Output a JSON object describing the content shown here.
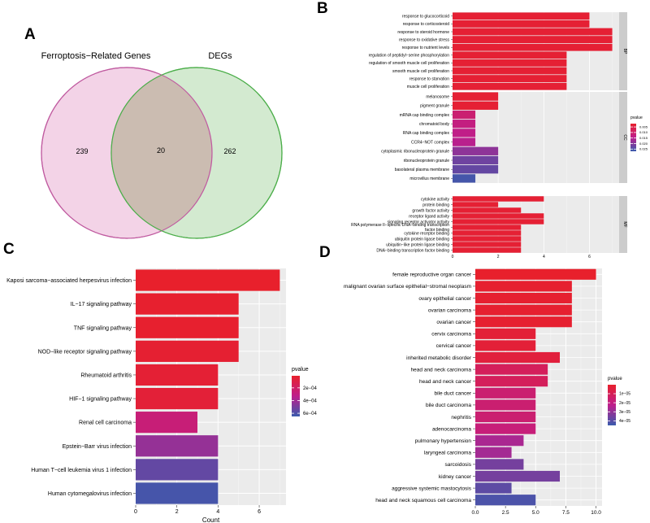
{
  "panel_labels": [
    "A",
    "B",
    "C",
    "D"
  ],
  "venn": {
    "left_label": "Ferroptosis−Related Genes",
    "right_label": "DEGs",
    "left_only": "239",
    "overlap": "20",
    "right_only": "262"
  },
  "chart_data": [
    {
      "panel": "B",
      "type": "bar",
      "orientation": "horizontal",
      "x": [
        0,
        2,
        4,
        6
      ],
      "xlim": [
        0,
        7.3
      ],
      "legend": {
        "title": "pvalue",
        "ticks": [
          "0.005",
          "0.010",
          "0.015",
          "0.020",
          "0.025"
        ],
        "range": [
          0.002,
          0.027
        ],
        "position": "right"
      },
      "facets": [
        {
          "name": "BP",
          "categories": [
            "response to glucocorticoid",
            "response to corticosteroid",
            "response to steroid hormone",
            "response to oxidative stress",
            "response to nutrient levels",
            "regulation of peptidyl−serine phosphorylation",
            "regulation of smooth muscle cell proliferation",
            "smooth muscle cell proliferation",
            "response to starvation",
            "muscle cell proliferation"
          ],
          "values": [
            6,
            6,
            7,
            7,
            7,
            5,
            5,
            5,
            5,
            5
          ],
          "pvalues": [
            0.003,
            0.003,
            0.003,
            0.003,
            0.003,
            0.003,
            0.003,
            0.003,
            0.003,
            0.003
          ]
        },
        {
          "name": "CC",
          "categories": [
            "melanosome",
            "pigment granule",
            "mRNA cap binding complex",
            "chromatoid body",
            "RNA cap binding complex",
            "CCR4−NOT complex",
            "cytoplasmic ribonucleoprotein granule",
            "ribonucleoprotein granule",
            "basolateral plasma membrane",
            "microvillus membrane"
          ],
          "values": [
            2,
            2,
            1,
            1,
            1,
            1,
            2,
            2,
            2,
            1
          ],
          "pvalues": [
            0.003,
            0.003,
            0.011,
            0.013,
            0.014,
            0.015,
            0.019,
            0.022,
            0.023,
            0.026
          ]
        },
        {
          "name": "MF",
          "categories": [
            "cytokine activity",
            "protein binding",
            "growth factor activity",
            "receptor ligand activity",
            "signaling receptor activator activity",
            "RNA polymerase II−specific DNA−binding transcription factor binding",
            "cytokine receptor binding",
            "ubiquitin protein ligase binding",
            "ubiquitin−like protein ligase binding",
            "DNA−binding transcription factor binding"
          ],
          "values": [
            4,
            2,
            3,
            4,
            4,
            3,
            3,
            3,
            3,
            3
          ],
          "pvalues": [
            0.003,
            0.003,
            0.003,
            0.003,
            0.003,
            0.003,
            0.003,
            0.003,
            0.003,
            0.003
          ]
        }
      ]
    },
    {
      "panel": "C",
      "type": "bar",
      "orientation": "horizontal",
      "xlabel": "Count",
      "x": [
        0,
        2,
        4,
        6
      ],
      "xlim": [
        0,
        7.3
      ],
      "categories": [
        "Kaposi sarcoma−associated herpesvirus infection",
        "IL−17 signaling pathway",
        "TNF signaling pathway",
        "NOD−like receptor signaling pathway",
        "Rheumatoid arthritis",
        "HIF−1 signaling pathway",
        "Renal cell carcinoma",
        "Epstein−Barr virus infection",
        "Human T−cell leukemia virus 1 infection",
        "Human cytomegalovirus infection"
      ],
      "values": [
        7,
        5,
        5,
        5,
        4,
        4,
        3,
        4,
        4,
        4
      ],
      "pvalues": [
        1e-05,
        2e-05,
        2e-05,
        3e-05,
        4e-05,
        5e-05,
        0.00026,
        0.00043,
        0.00055,
        0.00062
      ],
      "legend": {
        "title": "pvalue",
        "ticks": [
          "2e−04",
          "4e−04",
          "6e−04"
        ],
        "range": [
          1e-05,
          0.00065
        ],
        "position": "right"
      }
    },
    {
      "panel": "D",
      "type": "bar",
      "orientation": "horizontal",
      "x": [
        0.0,
        2.5,
        5.0,
        7.5,
        10.0
      ],
      "xlim": [
        0,
        10.5
      ],
      "categories": [
        "female reproductive organ cancer",
        "malignant ovarian surface epithelial−stromal neoplasm",
        "ovary epithelial cancer",
        "ovarian carcinoma",
        "ovarian cancer",
        "cervix carcinoma",
        "cervical cancer",
        "inherited metabolic disorder",
        "head and neck carcinoma",
        "head and neck cancer",
        "bile duct cancer",
        "bile duct carcinoma",
        "nephritis",
        "adenocarcinoma",
        "pulmonary hypertension",
        "laryngeal carcinoma",
        "sarcoidosis",
        "kidney cancer",
        "aggressive systemic mastocytosis",
        "head and neck squamous cell carcinoma"
      ],
      "values": [
        10,
        8,
        8,
        8,
        8,
        5,
        5,
        7,
        6,
        6,
        5,
        5,
        5,
        5,
        4,
        3,
        4,
        7,
        3,
        5
      ],
      "pvalues": [
        1e-07,
        1e-06,
        1e-06,
        1e-06,
        1e-06,
        3e-06,
        3e-06,
        4e-06,
        1.1e-05,
        1.1e-05,
        1.6e-05,
        1.6e-05,
        1.6e-05,
        1.8e-05,
        2.6e-05,
        2.7e-05,
        3.5e-05,
        3.5e-05,
        3.9e-05,
        4.2e-05
      ],
      "legend": {
        "title": "pvalue",
        "ticks": [
          "1e−05",
          "2e−05",
          "3e−05",
          "4e−05"
        ],
        "range": [
          1e-07,
          4.5e-05
        ],
        "position": "right"
      }
    }
  ],
  "colors": {
    "high": "#e8202c",
    "low": "#3a5bad",
    "venn_left": "#f3d3e7",
    "venn_right": "#d3ead0",
    "venn_overlap": "#cbbcb1",
    "panel_bg": "#ebebeb"
  }
}
